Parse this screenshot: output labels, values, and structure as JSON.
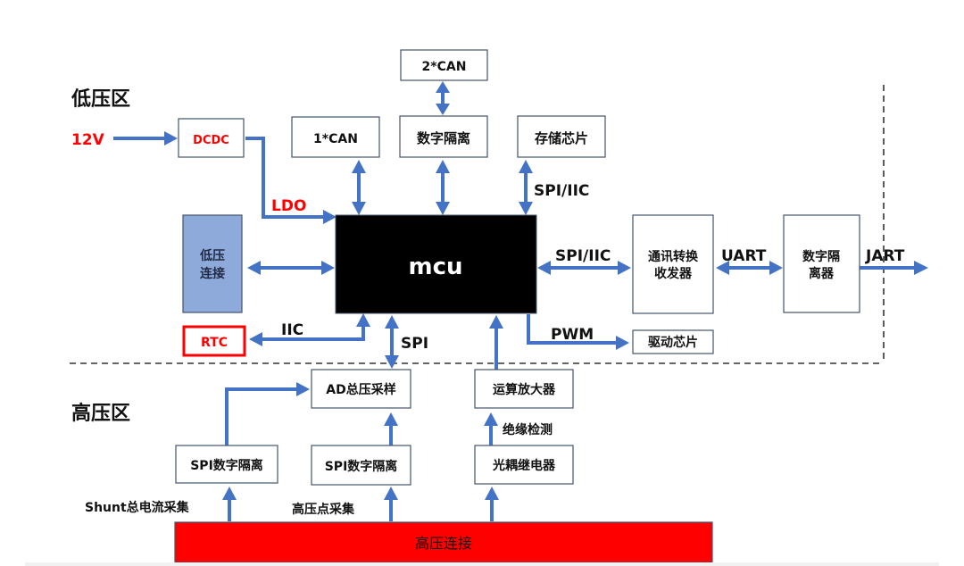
{
  "zones": {
    "low_voltage_label": "低压区",
    "high_voltage_label": "高压区"
  },
  "colors": {
    "wire": "#4472c4",
    "alert_red": "#ff0000",
    "mcu_fill": "#000000",
    "low_voltage_connector_fill": "#8eaadb",
    "box_stroke": "#44546a"
  },
  "blocks": {
    "input_12v": "12V",
    "dcdc": "DCDC",
    "ldo": "LDO",
    "can1": "1*CAN",
    "can2": "2*CAN",
    "digital_isolation_top": "数字隔离",
    "storage_chip": "存储芯片",
    "low_voltage_connector_line1": "低压",
    "low_voltage_connector_line2": "连接",
    "mcu": "mcu",
    "comm_transceiver_line1": "通讯转换",
    "comm_transceiver_line2": "收发器",
    "digital_isolator_line1": "数字隔",
    "digital_isolator_line2": "离器",
    "rtc": "RTC",
    "driver_chip": "驱动芯片",
    "ad_sampling": "AD总压采样",
    "op_amp": "运算放大器",
    "spi_isolation_left": "SPI数字隔离",
    "spi_isolation_mid": "SPI数字隔离",
    "optocoupler_relay": "光耦继电器",
    "high_voltage_connector": "高压连接"
  },
  "signals": {
    "storage_bus": "SPI/IIC",
    "comm_bus": "SPI/IIC",
    "uart": "UART",
    "uart_out": "JART",
    "pwm": "PWM",
    "rtc_bus": "IIC",
    "ad_bus": "SPI",
    "insulation_detect": "绝缘检测",
    "shunt_current": "Shunt总电流采集",
    "hv_point_sampling": "高压点采集"
  }
}
